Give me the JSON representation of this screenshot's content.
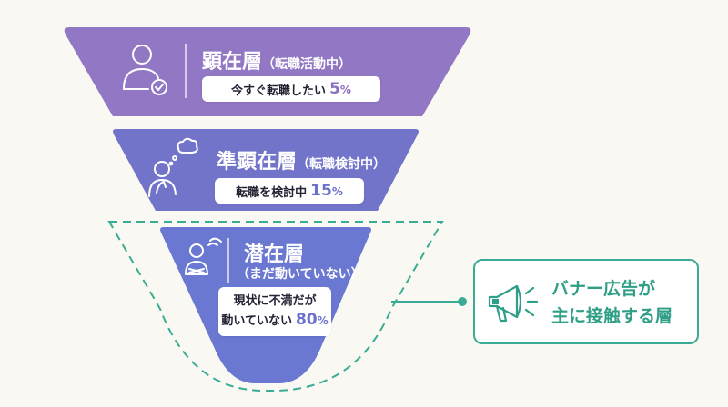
{
  "colors": {
    "background": "#faf8f3",
    "layer1": "#9277c4",
    "layer2": "#7274c9",
    "layer3": "#6a78d2",
    "percent_layer1": "#8a6fc0",
    "percent_layer2": "#6b6fc8",
    "percent_layer3": "#6a6fd0",
    "accent_green": "#3aab94"
  },
  "layers": [
    {
      "title": "顕在層",
      "subtitle": "（転職活動中）",
      "desc": "今すぐ転職したい",
      "percent": "5",
      "percent_sign": "%",
      "icon": "person-check-icon"
    },
    {
      "title": "準顕在層",
      "subtitle": "（転職検討中）",
      "desc": "転職を検討中",
      "percent": "15",
      "percent_sign": "%",
      "icon": "person-thinking-icon"
    },
    {
      "title": "潜在層",
      "subtitle": "（まだ動いていない）",
      "desc_line1": "現状に不満だが",
      "desc_line2": "動いていない",
      "percent": "80",
      "percent_sign": "%",
      "icon": "person-crossed-arms-icon"
    }
  ],
  "callout": {
    "line1": "バナー広告が",
    "line2": "主に接触する層",
    "icon": "megaphone-icon"
  }
}
